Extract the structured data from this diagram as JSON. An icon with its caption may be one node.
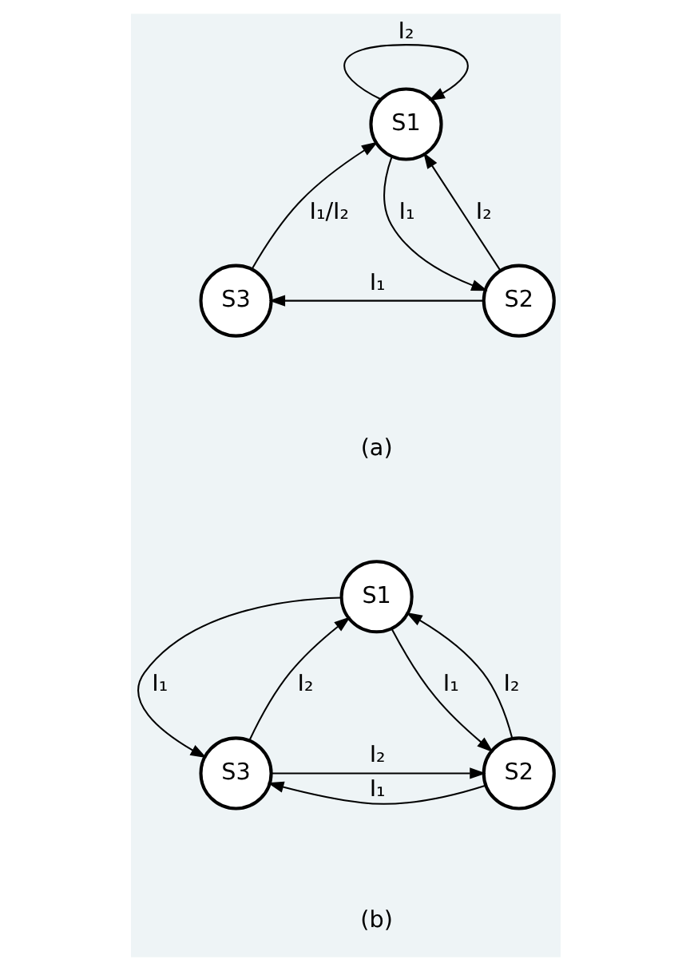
{
  "diagram": {
    "nodes": [
      {
        "text": [
          "S1"
        ]
      },
      {
        "text": [
          "S3"
        ]
      },
      {
        "text": [
          "S2"
        ]
      },
      {
        "text": [
          "S1"
        ]
      },
      {
        "text": [
          "S3"
        ]
      },
      {
        "text": [
          "S2"
        ]
      }
    ],
    "edges": [
      {
        "from": 0,
        "to": 0,
        "arrow": "to",
        "label": "I₂"
      },
      {
        "from": 0,
        "to": 2,
        "arrow": "to",
        "label": "I₁"
      },
      {
        "from": 2,
        "to": 0,
        "arrow": "to",
        "label": "I₂"
      },
      {
        "from": 2,
        "to": 1,
        "arrow": "to",
        "label": "I₁"
      },
      {
        "from": 1,
        "to": 0,
        "arrow": "to",
        "label": "I₁/I₂"
      },
      {
        "from": 3,
        "to": 4,
        "arrow": "to",
        "label": "I₁"
      },
      {
        "from": 4,
        "to": 3,
        "arrow": "to",
        "label": "I₂"
      },
      {
        "from": 3,
        "to": 5,
        "arrow": "to",
        "label": "I₁"
      },
      {
        "from": 5,
        "to": 3,
        "arrow": "to",
        "label": "I₂"
      },
      {
        "from": 4,
        "to": 5,
        "arrow": "to",
        "label": "I₂"
      },
      {
        "from": 5,
        "to": 4,
        "arrow": "to",
        "label": "I₁"
      }
    ],
    "labels": [
      "(a)",
      "(b)"
    ]
  }
}
